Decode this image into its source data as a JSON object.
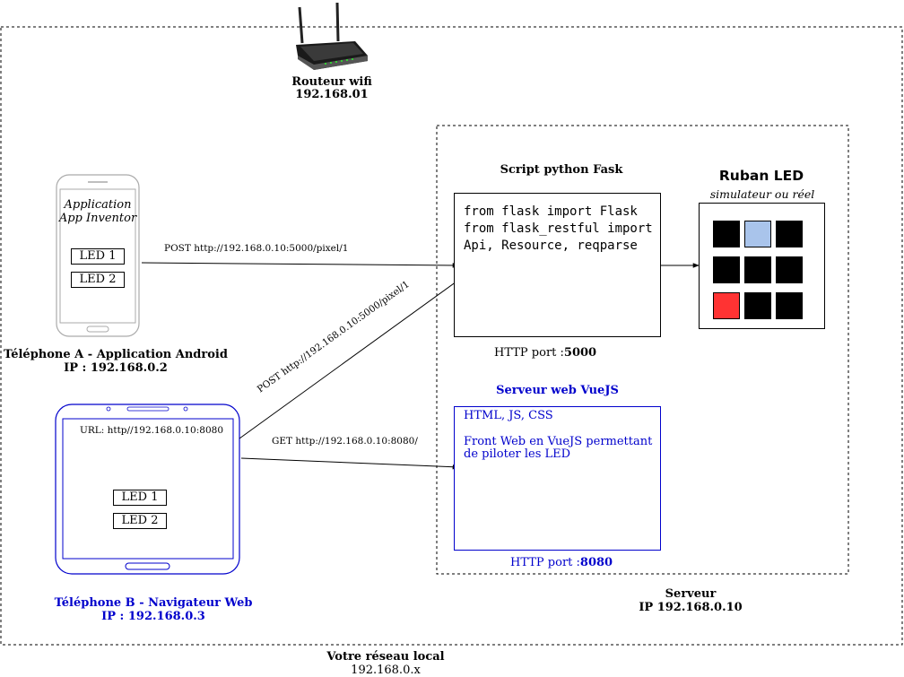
{
  "network": {
    "title": "Votre réseau local",
    "subnet": "192.168.0.x"
  },
  "router": {
    "title": "Routeur wifi",
    "ip": "192.168.01"
  },
  "phone_a": {
    "app_line1": "Application",
    "app_line2": "App Inventor",
    "buttons": [
      "LED 1",
      "LED 2"
    ],
    "title": "Téléphone A - Application Android",
    "ip": "IP : 192.168.0.2"
  },
  "phone_b": {
    "url": "URL: http//192.168.0.10:8080",
    "buttons": [
      "LED 1",
      "LED 2"
    ],
    "title": "Téléphone B - Navigateur Web",
    "ip": "IP : 192.168.0.3"
  },
  "edges": {
    "post_a": "POST http://192.168.0.10:5000/pixel/1",
    "post_b": "POST http://192.168.0.10:5000/pixel/1",
    "get_b": "GET http://192.168.0.10:8080/"
  },
  "server": {
    "title": "Serveur",
    "ip": "IP 192.168.0.10",
    "flask": {
      "title": "Script python Fask",
      "code": [
        "from flask import Flask",
        "from flask_restful import",
        "Api, Resource, reqparse"
      ],
      "port_label": "HTTP port :",
      "port_value": "5000"
    },
    "vue": {
      "title": "Serveur web VueJS",
      "line1": "HTML, JS, CSS",
      "line2": "Front Web en VueJS permettant",
      "line3": "de piloter les LED",
      "port_label": "HTTP port :",
      "port_value": "8080"
    }
  },
  "led_strip": {
    "title": "Ruban LED",
    "subtitle": "simulateur ou réel",
    "colors": [
      "#000000",
      "#a9c4eb",
      "#000000",
      "#000000",
      "#000000",
      "#000000",
      "#ff3333",
      "#000000",
      "#000000"
    ]
  },
  "colors": {
    "blue_accent": "#0000cc",
    "phone_b_outline": "#0000cc"
  }
}
